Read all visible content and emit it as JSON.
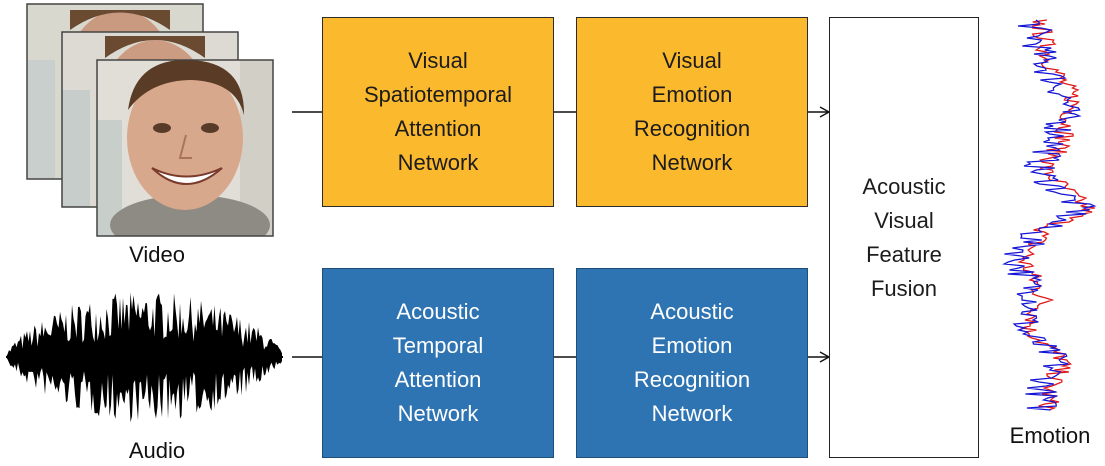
{
  "inputs": {
    "video_label": "Video",
    "audio_label": "Audio"
  },
  "visual_branch": {
    "attention": [
      "Visual",
      "Spatiotemporal",
      "Attention",
      "Network"
    ],
    "recognition": [
      "Visual",
      "Emotion",
      "Recognition",
      "Network"
    ]
  },
  "acoustic_branch": {
    "attention": [
      "Acoustic",
      "Temporal",
      "Attention",
      "Network"
    ],
    "recognition": [
      "Acoustic",
      "Emotion",
      "Recognition",
      "Network"
    ]
  },
  "fusion": [
    "Acoustic",
    "Visual",
    "Feature",
    "Fusion"
  ],
  "output": {
    "label": "Emotion"
  },
  "colors": {
    "visual_box": "#fbb92e",
    "acoustic_box": "#2f74b2",
    "emotion_trace_a": "#e01818",
    "emotion_trace_b": "#1515d6"
  }
}
